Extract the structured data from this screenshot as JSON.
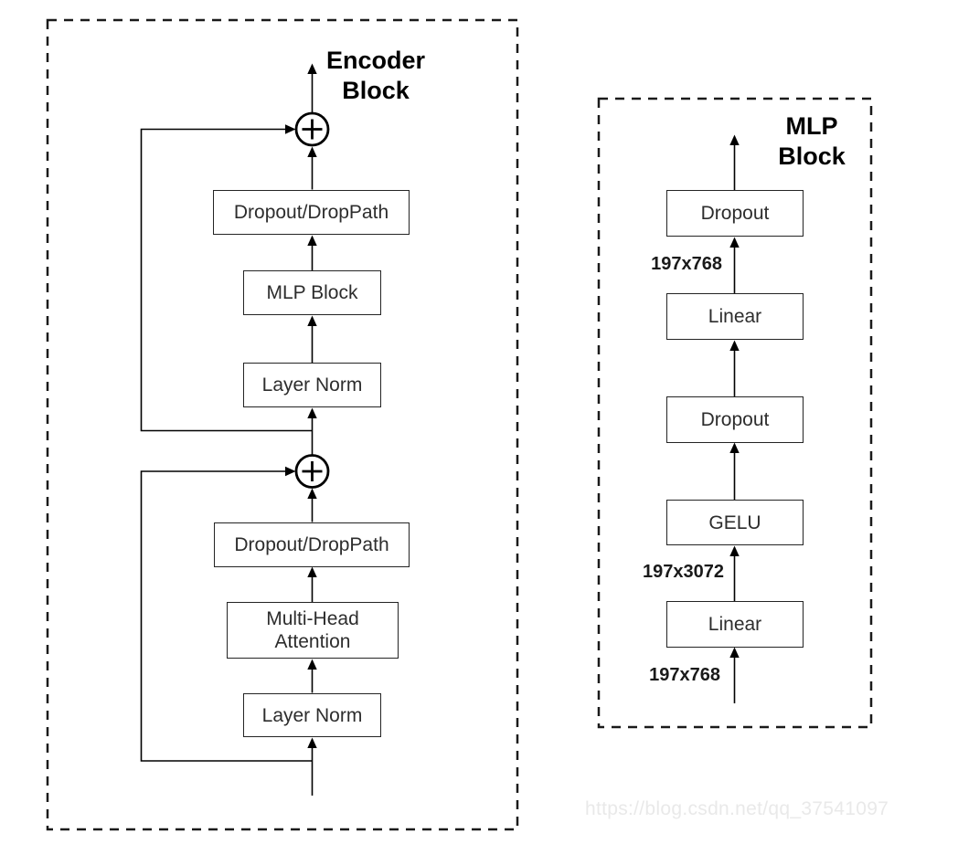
{
  "diagram": {
    "palette": {
      "background": "#ffffff",
      "line_color": "#000000",
      "box_border": "#242424",
      "box_text": "#2d2d2d",
      "watermark_color": "#e9e9e9"
    }
  },
  "encoder": {
    "title": "Encoder Block",
    "boxes": [
      {
        "label": "Dropout/DropPath"
      },
      {
        "label": "MLP Block"
      },
      {
        "label": "Layer Norm"
      },
      {
        "label": "Dropout/DropPath"
      },
      {
        "label": "Multi-Head Attention"
      },
      {
        "label": "Layer Norm"
      }
    ],
    "add_symbol": "+"
  },
  "mlp": {
    "title": "MLP Block",
    "boxes": [
      {
        "label": "Dropout"
      },
      {
        "label": "Linear"
      },
      {
        "label": "Dropout"
      },
      {
        "label": "GELU"
      },
      {
        "label": "Linear"
      }
    ],
    "dim_labels": [
      {
        "label": "197x768"
      },
      {
        "label": "197x3072"
      },
      {
        "label": "197x768"
      }
    ]
  },
  "watermark": {
    "text": "https://blog.csdn.net/qq_37541097"
  }
}
